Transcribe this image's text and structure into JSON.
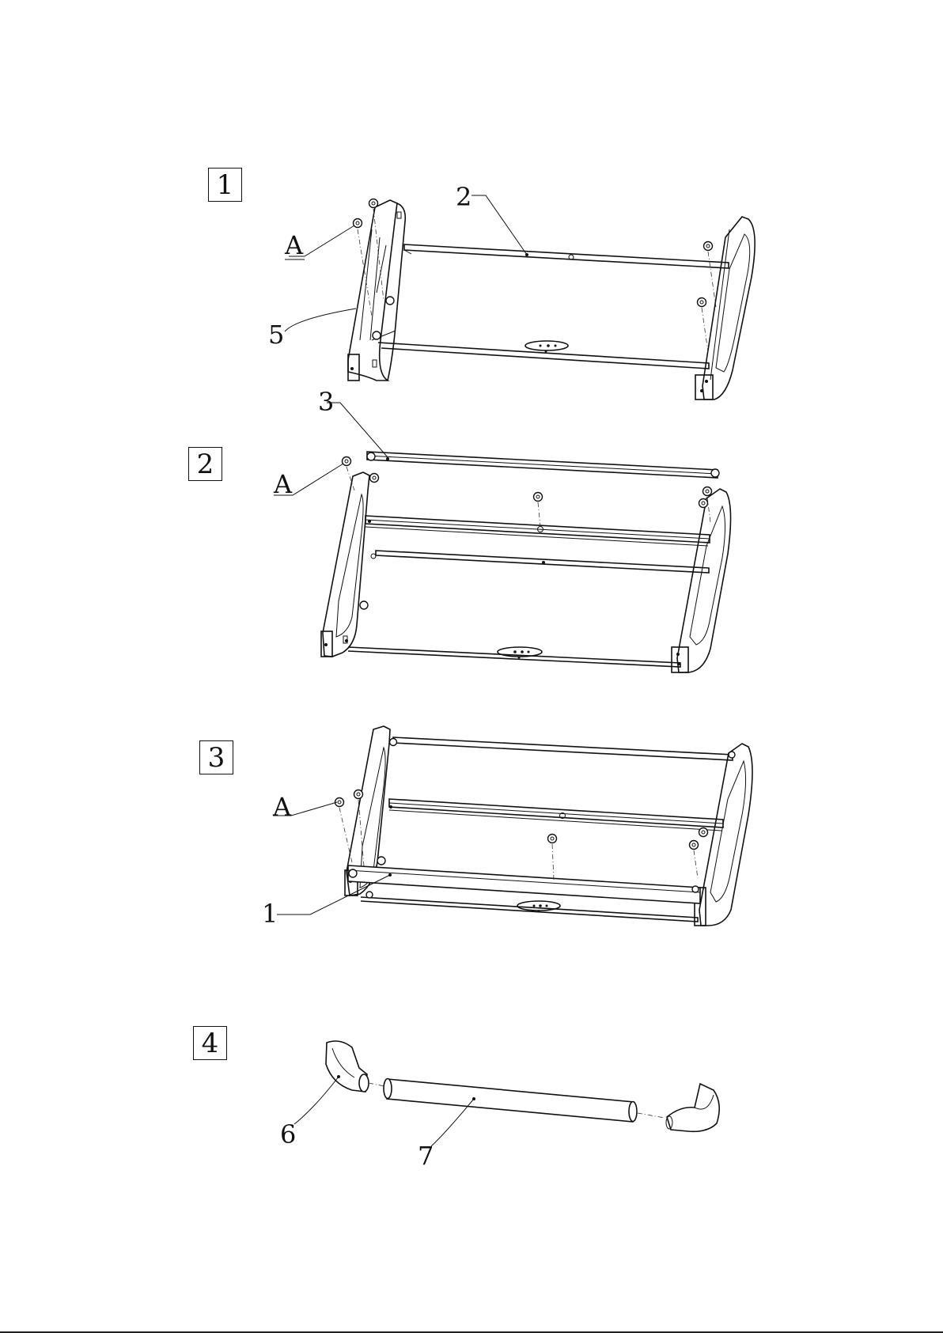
{
  "steps": [
    {
      "number": "1",
      "callouts": {
        "part_a": "A",
        "part_2": "2",
        "part_5": "5"
      }
    },
    {
      "number": "2",
      "callouts": {
        "part_3": "3",
        "part_a": "A"
      }
    },
    {
      "number": "3",
      "callouts": {
        "part_a": "A",
        "part_1": "1"
      }
    },
    {
      "number": "4",
      "callouts": {
        "part_6": "6",
        "part_7": "7"
      }
    }
  ]
}
